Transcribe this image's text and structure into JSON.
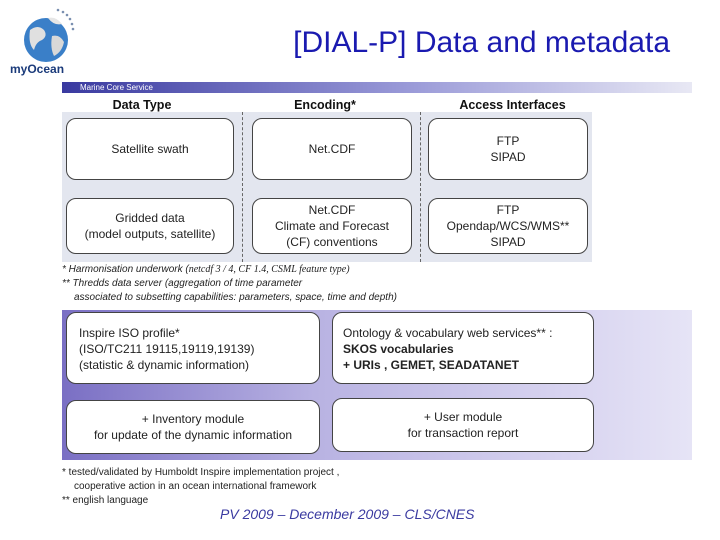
{
  "header": {
    "title": "[DIAL-P] Data and metadata",
    "logo_text": "myOcean",
    "band_label": "Marine Core Service"
  },
  "table": {
    "columns": [
      "Data Type",
      "Encoding*",
      "Access Interfaces"
    ],
    "rows": [
      [
        "Satellite swath",
        "Net.CDF",
        "FTP\nSIPAD"
      ],
      [
        "Gridded data\n(model outputs, satellite)",
        "Net.CDF\nClimate and Forecast\n(CF) conventions",
        "FTP\nOpendap/WCS/WMS**\nSIPAD"
      ]
    ]
  },
  "notes_top": {
    "line1_a": "* Harmonisation underwork (",
    "line1_b": "netcdf 3 / 4, CF 1.4, CSML feature type)",
    "line2": "** Thredds data server (aggregation of time parameter",
    "line3": "associated to subsetting capabilities: parameters, space, time and depth)"
  },
  "metadata": {
    "inspire_l1": "Inspire ISO profile*",
    "inspire_l2": "(ISO/TC211 19115,19119,19139)",
    "inspire_l3": "(statistic  & dynamic information)",
    "ontology_l1": "Ontology & vocabulary web services** :",
    "ontology_l2": "SKOS vocabularies",
    "ontology_l3": "+ URIs , GEMET, SEADATANET",
    "inventory": "+ Inventory module\nfor update of the dynamic information",
    "user": "+ User module\nfor transaction report"
  },
  "notes_bottom": {
    "line1": "* tested/validated by Humboldt Inspire implementation project ,",
    "line2": "cooperative action in an ocean international framework",
    "line3": "** english language"
  },
  "footer": "PV 2009 – December 2009 – CLS/CNES"
}
